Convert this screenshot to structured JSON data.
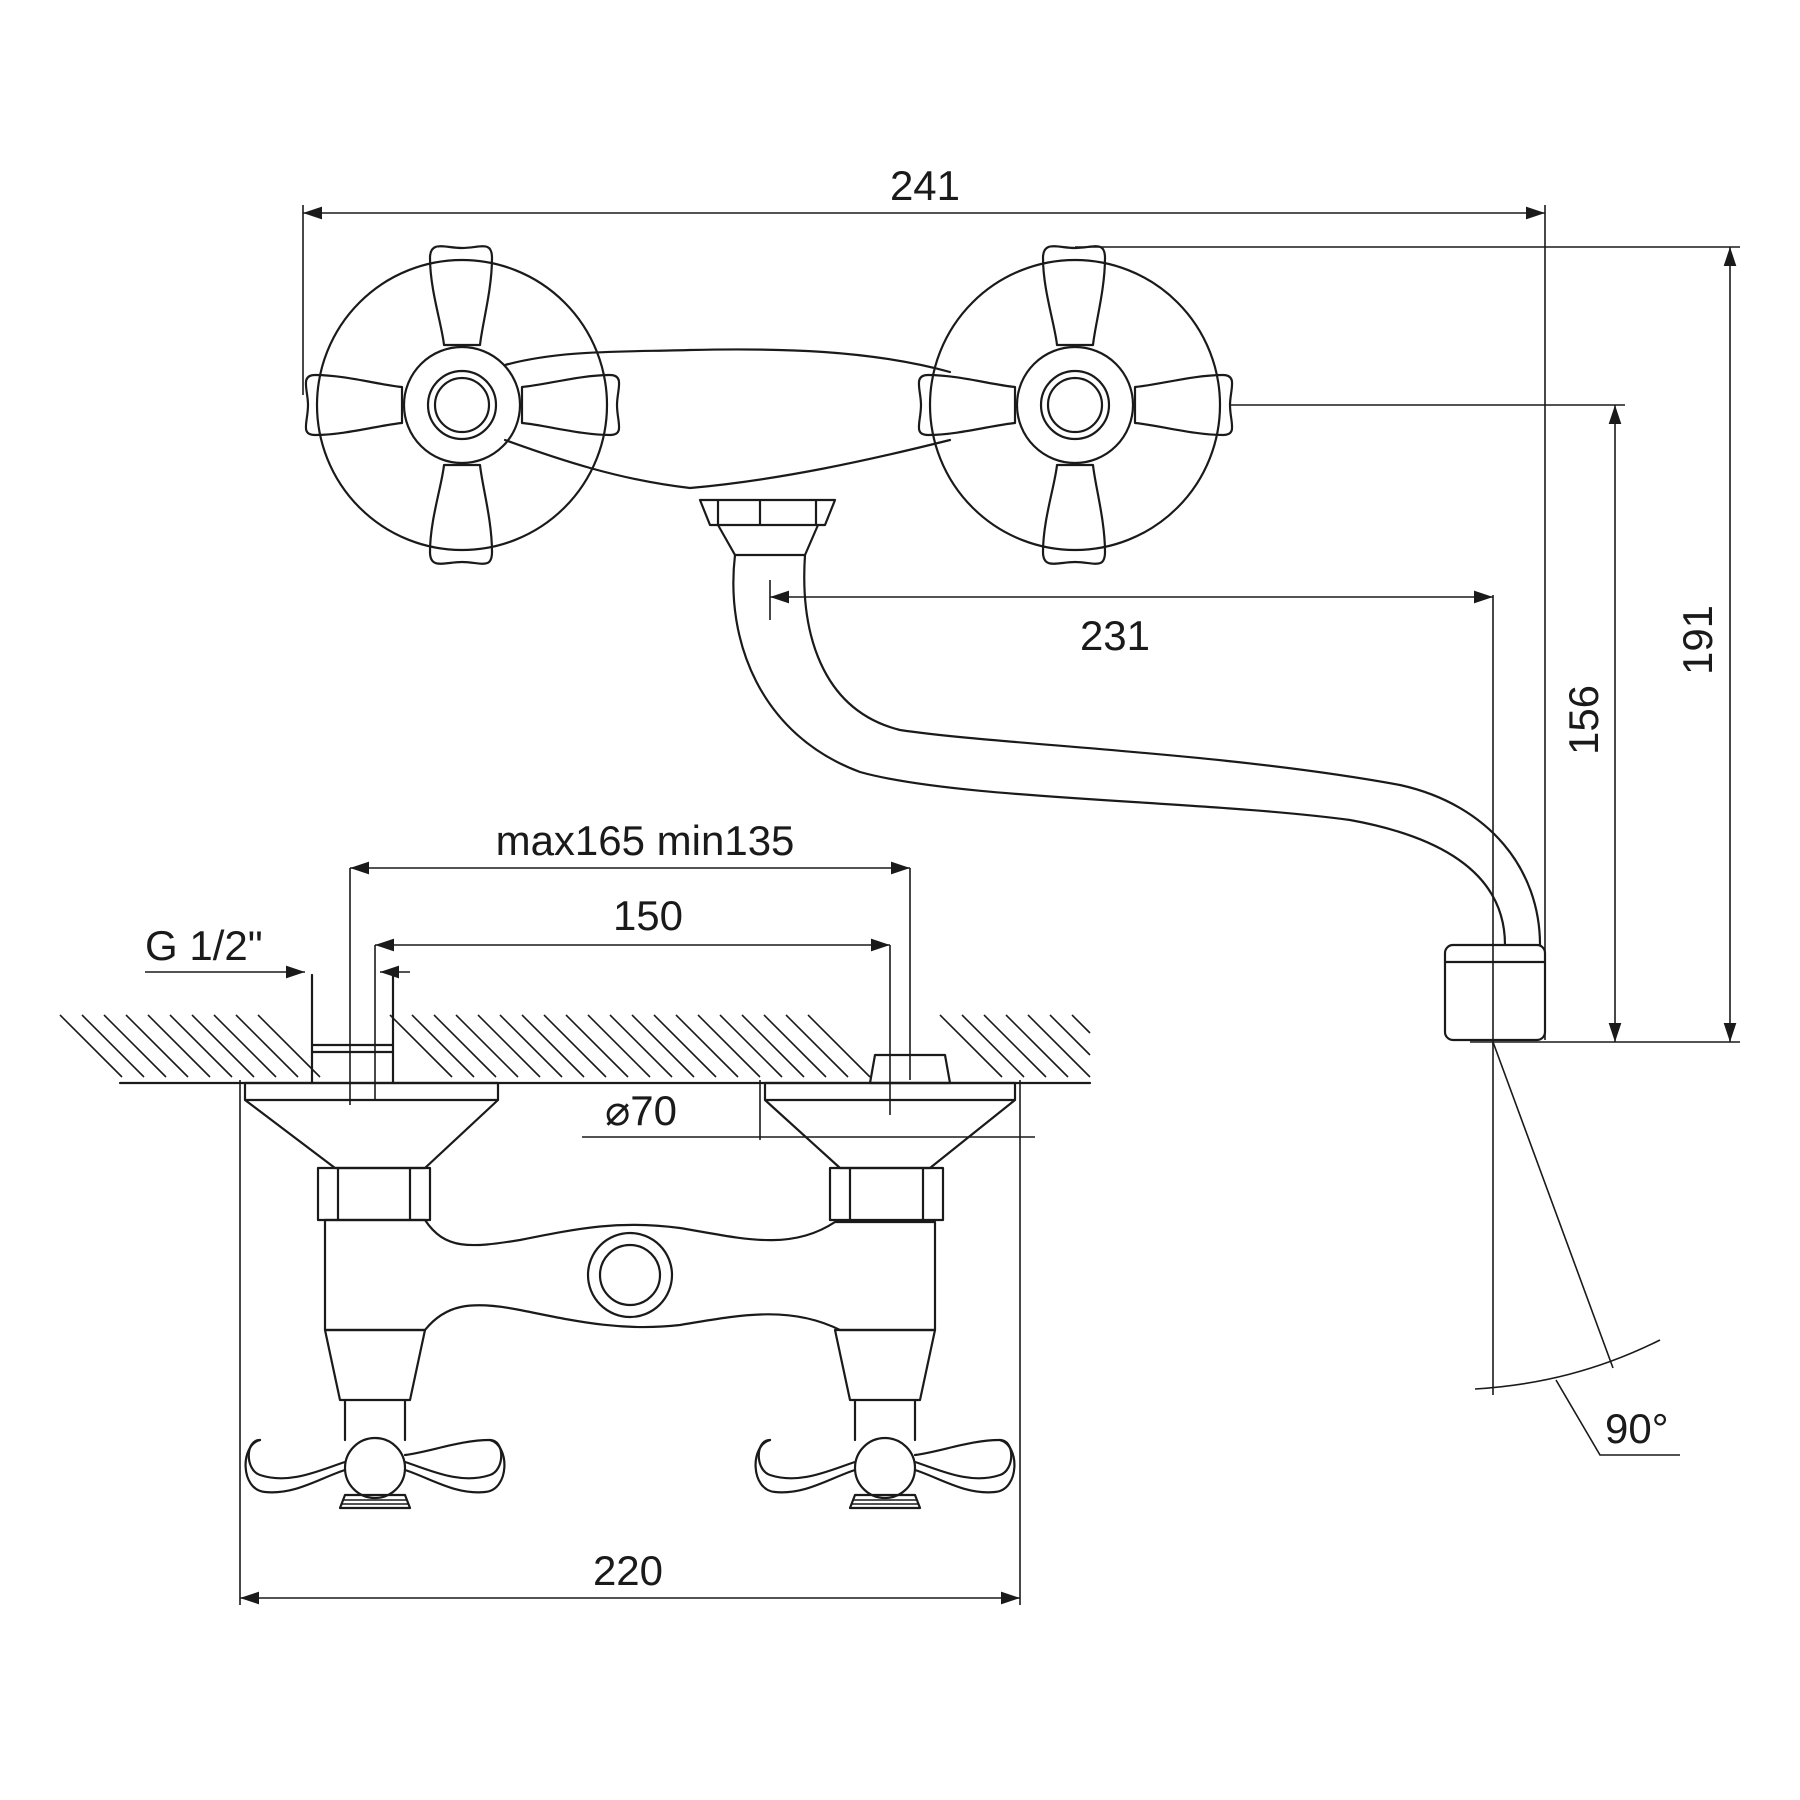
{
  "dimensions": {
    "top_width": "241",
    "spout_reach": "231",
    "height_outer": "191",
    "height_inner": "156",
    "centers_range": "max165 min135",
    "centers_nominal": "150",
    "thread": "G 1/2\"",
    "flange_diameter": "⌀70",
    "bottom_width": "220",
    "swivel_angle": "90°"
  }
}
